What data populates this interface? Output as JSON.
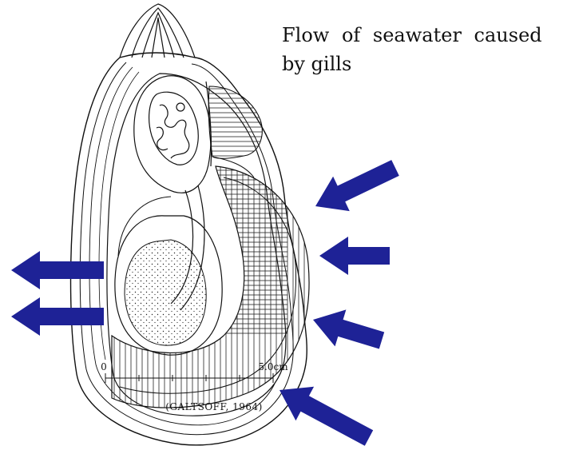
{
  "caption": {
    "line1": "Flow of seawater caused",
    "line2": "by gills"
  },
  "scale": {
    "start_label": "0",
    "end_label": "5.0cm"
  },
  "citation": "(GALTSOFF, 1964)",
  "colors": {
    "arrow": "#1e2296",
    "ink": "#111111"
  },
  "arrows": [
    {
      "name": "inflow-arrow-1",
      "direction": "inward"
    },
    {
      "name": "inflow-arrow-2",
      "direction": "inward"
    },
    {
      "name": "inflow-arrow-3",
      "direction": "inward"
    },
    {
      "name": "inflow-arrow-4",
      "direction": "inward"
    },
    {
      "name": "outflow-arrow-1",
      "direction": "outward"
    },
    {
      "name": "outflow-arrow-2",
      "direction": "outward"
    }
  ]
}
